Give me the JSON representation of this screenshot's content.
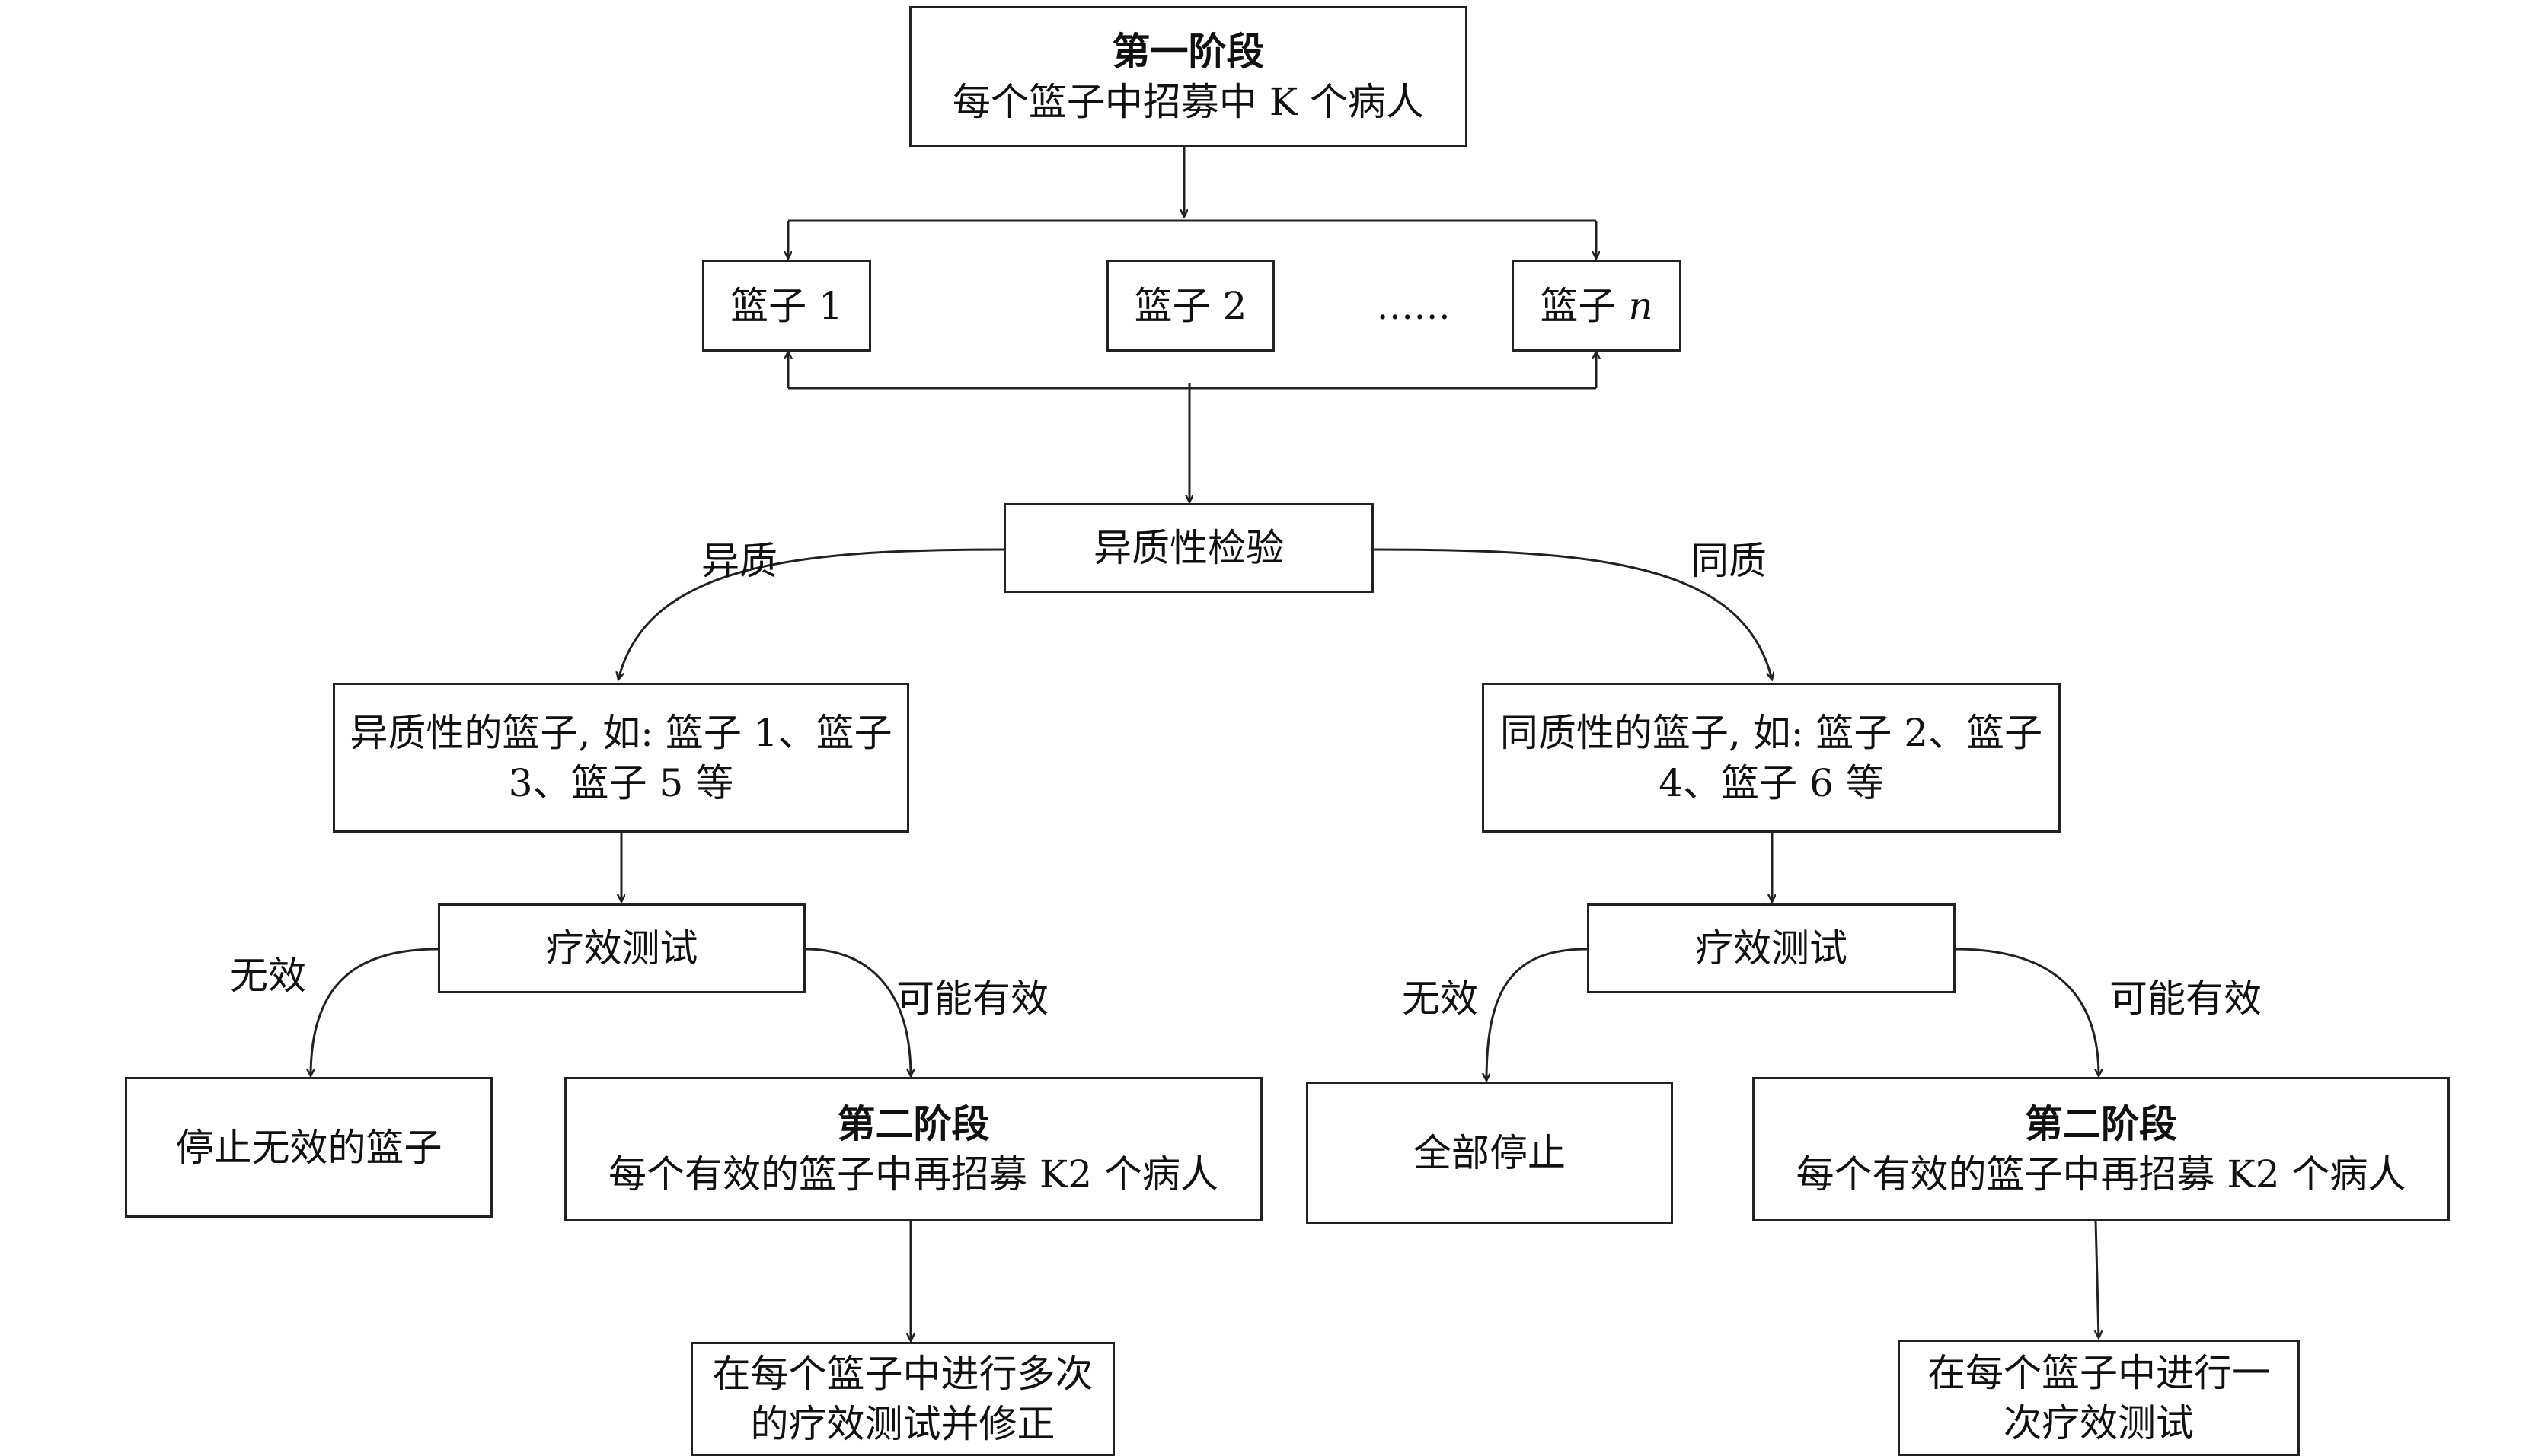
{
  "stage1": {
    "title": "第一阶段",
    "body": "每个篮子中招募中 K 个病人"
  },
  "baskets": {
    "b1": "篮子 1",
    "b2": "篮子 2",
    "dots": "......",
    "bn_prefix": "篮子",
    "bn_var": "n"
  },
  "test": {
    "label": "异质性检验"
  },
  "branch": {
    "hetero": "异质",
    "homo": "同质"
  },
  "hetero_group": {
    "text": "异质性的篮子, 如: 篮子 1、篮子 3、篮子 5 等",
    "efficacy": "疗效测试"
  },
  "homo_group": {
    "text": "同质性的篮子, 如: 篮子 2、篮子 4、篮子 6 等",
    "efficacy": "疗效测试"
  },
  "outcomes": {
    "ineffective": "无效",
    "maybe": "可能有效"
  },
  "left": {
    "stop": "停止无效的篮子",
    "stage2_title": "第二阶段",
    "stage2_body": "每个有效的篮子中再招募 K2 个病人",
    "final": "在每个篮子中进行多次的疗效测试并修正"
  },
  "right": {
    "stop": "全部停止",
    "stage2_title": "第二阶段",
    "stage2_body": "每个有效的篮子中再招募 K2 个病人",
    "final": "在每个篮子中进行一次疗效测试"
  }
}
